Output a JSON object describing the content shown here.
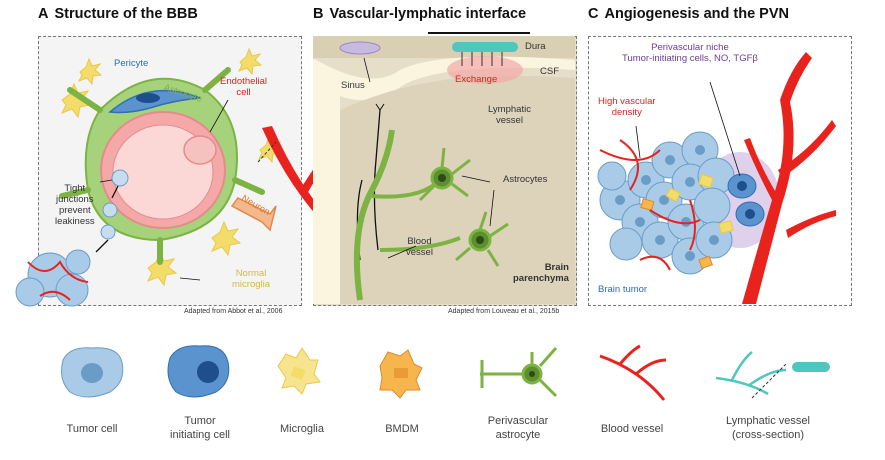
{
  "panels": {
    "a": {
      "letter": "A",
      "title": "Structure of the BBB",
      "labels": {
        "pericyte": "Pericyte",
        "astrocyte": "Astrocyte",
        "endothelial": "Endothelial\ncell",
        "tight": "Tight\njunctions\nprevent\nleakiness",
        "neuron": "Neuron",
        "microglia": "Normal\nmicroglia"
      },
      "credit": "Adapted from Abbot et al., 2006"
    },
    "b": {
      "letter": "B",
      "title": "Vascular-lymphatic interface",
      "labels": {
        "dura": "Dura",
        "csf": "CSF",
        "sinus": "Sinus",
        "exchange": "Exchange",
        "lymphatic": "Lymphatic\nvessel",
        "astrocytes": "Astrocytes",
        "blood": "Blood\nvessel",
        "brain": "Brain\nparenchyma"
      },
      "credit": "Adapted from Louveau et al., 2015b"
    },
    "c": {
      "letter": "C",
      "title": "Angiogenesis and the PVN",
      "labels": {
        "pvn": "Perivascular niche\nTumor-initiating cells, NO, TGFβ",
        "hvd": "High vascular\ndensity",
        "tumor": "Brain tumor"
      }
    }
  },
  "legend": [
    {
      "label": "Tumor cell",
      "icon": "tumor-cell-icon"
    },
    {
      "label": "Tumor\ninitiating cell",
      "icon": "tumor-initiating-cell-icon"
    },
    {
      "label": "Microglia",
      "icon": "microglia-icon"
    },
    {
      "label": "BMDM",
      "icon": "bmdm-icon"
    },
    {
      "label": "Perivascular\nastrocyte",
      "icon": "perivascular-astrocyte-icon"
    },
    {
      "label": "Blood vessel",
      "icon": "blood-vessel-icon"
    },
    {
      "label": "Lymphatic vessel\n(cross-section)",
      "icon": "lymphatic-vessel-icon"
    }
  ],
  "colors": {
    "blood": "#e8231e",
    "astrocyte": "#7cb342",
    "pericyte": "#2f6fb0",
    "endothelial": "#f4a8a8",
    "neuron": "#f0a070",
    "microglia": "#f3dc6a",
    "tumor": "#a9cbe8",
    "lymphatic": "#4fc6bf",
    "label_blue": "#2a6db5",
    "label_red": "#d7261e",
    "label_purple": "#6a3d9a",
    "label_orange": "#e07a2c",
    "label_gold": "#d4b64a"
  }
}
